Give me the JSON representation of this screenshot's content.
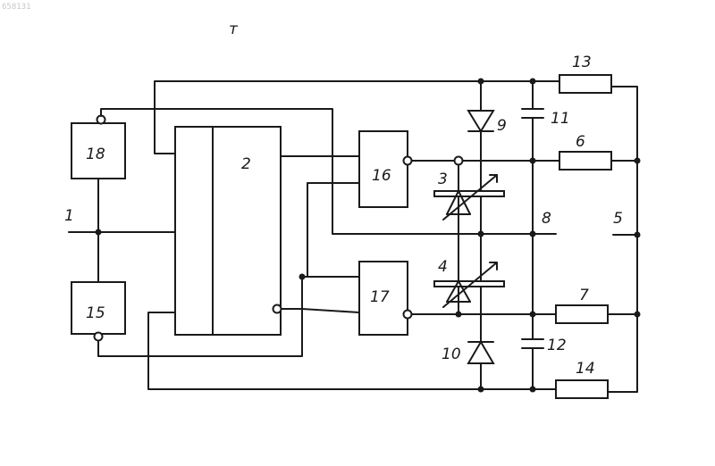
{
  "watermark": "658131",
  "mark": "т",
  "labels": {
    "n1": "1",
    "n2": "2",
    "n3": "3",
    "n4": "4",
    "n5": "5",
    "n6": "6",
    "n7": "7",
    "n8": "8",
    "n9": "9",
    "n10": "10",
    "n11": "11",
    "n12": "12",
    "n13": "13",
    "n14": "14",
    "n15": "15",
    "n16": "16",
    "n17": "17",
    "n18": "18"
  }
}
